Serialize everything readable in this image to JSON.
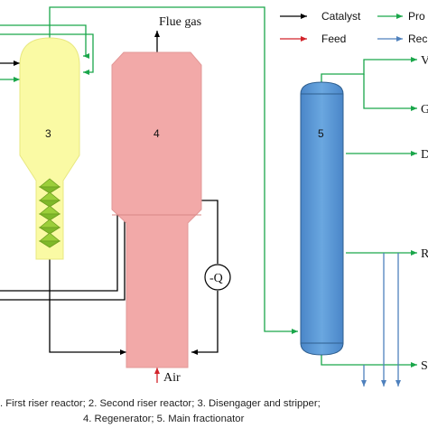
{
  "legend": {
    "catalyst": {
      "label": "Catalyst",
      "color": "#000000"
    },
    "product": {
      "label": "Pro",
      "color": "#1aa64a"
    },
    "feed": {
      "label": "Feed",
      "color": "#d2232a"
    },
    "recycle": {
      "label": "Rec",
      "color": "#4f81bd"
    }
  },
  "units": {
    "disengager": {
      "number": "3",
      "color": "#fafaa4"
    },
    "regenerator": {
      "number": "4",
      "color": "#f2a9a8"
    },
    "fractionator": {
      "number": "5",
      "color": "#5b9bd5"
    }
  },
  "streams": {
    "flue_gas": "Flue gas",
    "air": "Air",
    "heat_removal": "-Q",
    "out_v": "V",
    "out_g": "G",
    "out_d": "D",
    "out_r": "R",
    "out_s": "S"
  },
  "caption": {
    "line1": ". First riser reactor; 2. Second riser reactor; 3. Disengager and stripper;",
    "line2": "4. Regenerator; 5. Main fractionator"
  }
}
